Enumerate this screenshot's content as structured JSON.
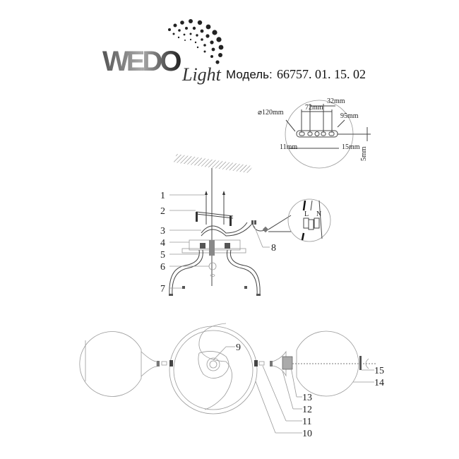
{
  "logo": {
    "brand": "WEDO",
    "sub": "Light"
  },
  "model": {
    "label": "Модель:",
    "number": "66757. 01. 15. 02"
  },
  "mounting_detail": {
    "diameter": "⌀120mm",
    "dim_72": "72mm",
    "dim_32": "32mm",
    "dim_95": "95mm",
    "dim_11": "11mm",
    "dim_15": "15mm",
    "dim_5": "5mm"
  },
  "wiring": {
    "live": "L",
    "neutral": "N"
  },
  "callouts": [
    "1",
    "2",
    "3",
    "4",
    "5",
    "6",
    "7",
    "8",
    "9",
    "10",
    "11",
    "12",
    "13",
    "14",
    "15"
  ]
}
